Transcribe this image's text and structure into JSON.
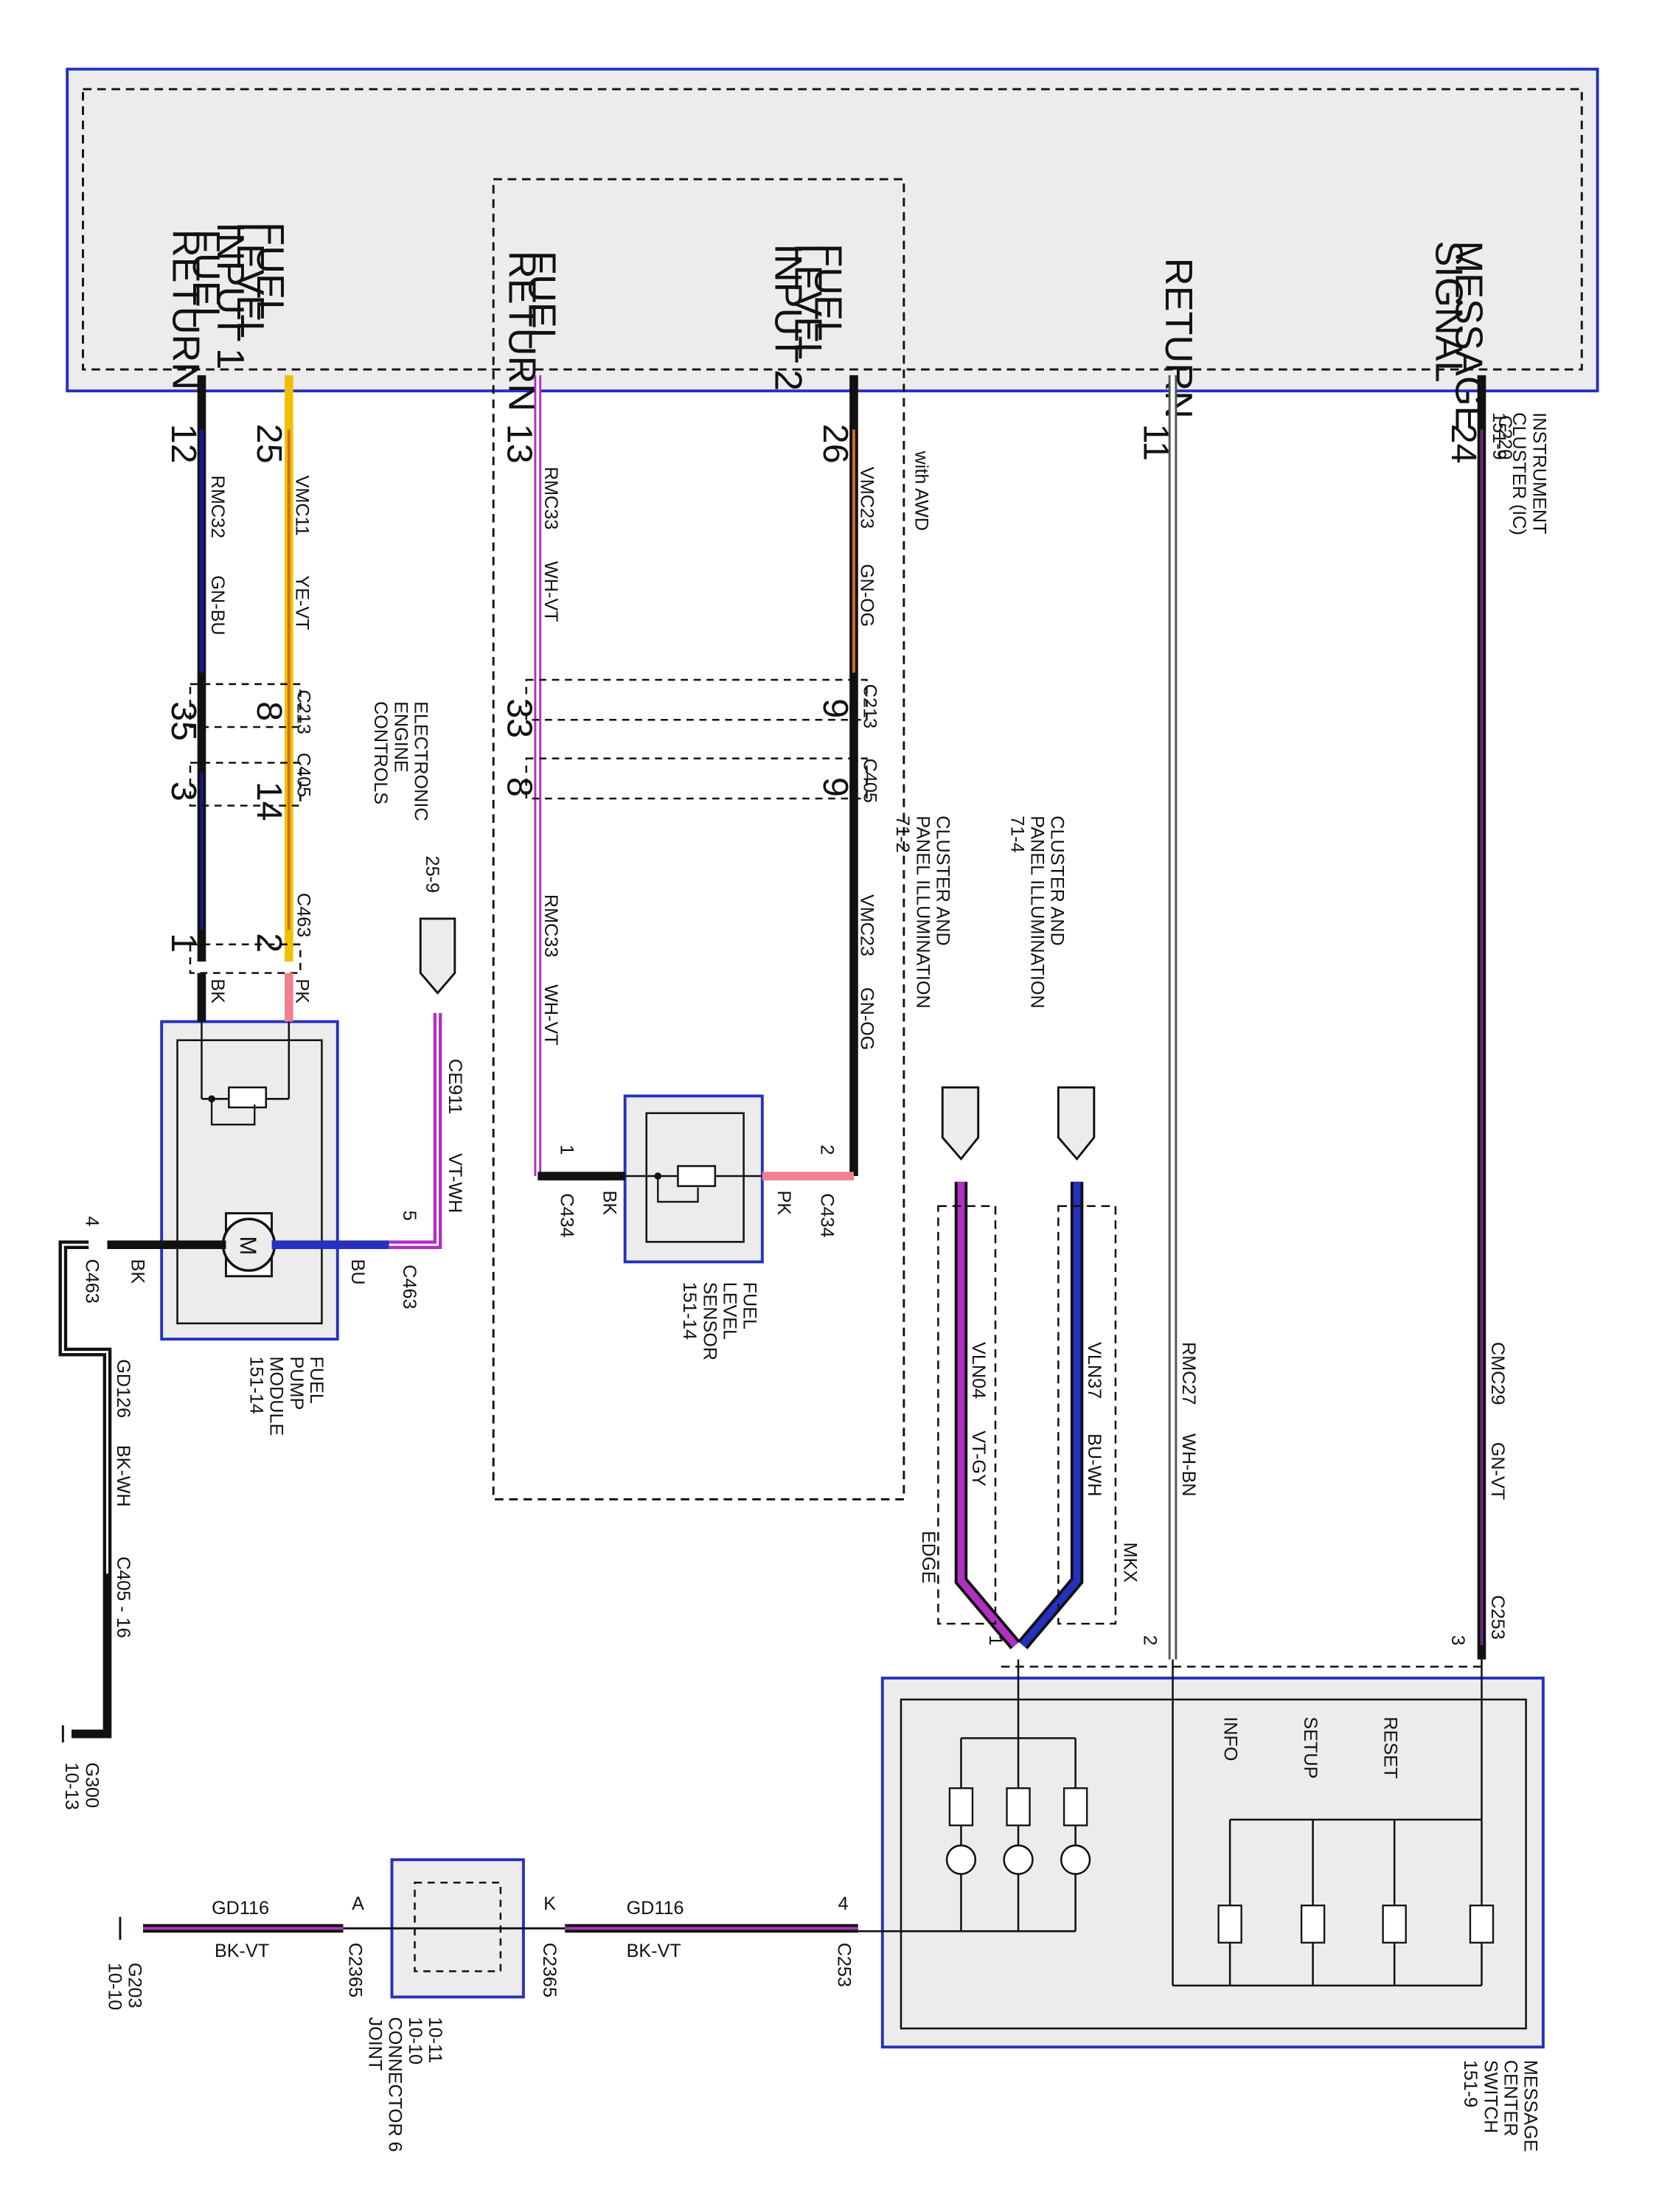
{
  "instrument_cluster": {
    "pins": {
      "fuel_return_1": "FUEL\nRETURN",
      "fuel_level_input_1": "FUEL\nLEVEL\nINPUT 1",
      "fuel_return_2": "FUEL\nRETURN",
      "fuel_level_input_2": "FUEL\nLEVEL\nINPUT 2",
      "return": "RETURN",
      "message_signal": "MESSAGE\nSIGNAL"
    },
    "title": "INSTRUMENT\nCLUSTER (IC)\n151-9",
    "connector": "C220",
    "with_awd": "with AWD"
  },
  "wires": {
    "rmc32": {
      "circuit": "RMC32",
      "color": "GN-BU",
      "pin_top": "12",
      "pin_c213": "35",
      "pin_c405": "3",
      "pin_c463": "1",
      "pump_color": "BK"
    },
    "vmc11": {
      "circuit": "VMC11",
      "color": "YE-VT",
      "pin_top": "25",
      "pin_c213": "8",
      "pin_c405": "14",
      "pin_c463": "2",
      "pump_color": "PK"
    },
    "rmc33": {
      "circuit": "RMC33",
      "color": "WH-VT",
      "pin_top": "13",
      "pin_c213": "33",
      "pin_c405": "8",
      "pin_c434": "1",
      "sensor_color": "BK"
    },
    "vmc23": {
      "circuit": "VMC23",
      "color": "GN-OG",
      "pin_top": "26",
      "pin_c213": "9",
      "pin_c405": "9",
      "pin_c434": "2",
      "sensor_color": "PK"
    },
    "rmc27": {
      "circuit": "RMC27",
      "color": "WH-BN",
      "pin_top": "11",
      "pin_bottom": "2"
    },
    "cmc29": {
      "circuit": "CMC29",
      "color": "GN-VT",
      "pin_top": "24",
      "pin_bottom": "3",
      "connector": "C253"
    },
    "ce911": {
      "circuit": "CE911",
      "color": "VT-WH",
      "pin": "5",
      "connector": "C463"
    },
    "gd126": {
      "circuit": "GD126",
      "color": "BK-WH",
      "pin": "4",
      "connector": "C463",
      "inline": "C405 - 16"
    },
    "vln37": {
      "circuit": "VLN37",
      "color": "BU-WH",
      "variant": "MKX"
    },
    "vln04": {
      "circuit": "VLN04",
      "color": "VT-GY",
      "variant": "EDGE"
    },
    "gd116_left": {
      "circuit": "GD116",
      "color": "BK-VT",
      "pin": "A",
      "connector": "C2365"
    },
    "gd116_right": {
      "circuit": "GD116",
      "color": "BK-VT",
      "pin_k": "K",
      "connector_k": "C2365",
      "pin": "4",
      "connector": "C253"
    }
  },
  "connectors": {
    "c213": "C213",
    "c405": "C405",
    "c463": "C463",
    "c434": "C434",
    "c253_led_pin": "1"
  },
  "components": {
    "fuel_pump": "FUEL\nPUMP\nMODULE\n151-14",
    "fuel_pump_motor": "M",
    "fuel_sensor": "FUEL\nLEVEL\nSENSOR\n151-14",
    "eec": "ELECTRONIC\nENGINE\nCONTROLS\n25-9",
    "cluster_illum_1": "CLUSTER AND\nPANEL ILLUMINATION\n71-4",
    "cluster_illum_2": "CLUSTER AND\nPANEL ILLUMINATION\n71-2",
    "message_center": "MESSAGE\nCENTER\nSWITCH\n151-9",
    "joint_connector": "JOINT\nCONNECTOR 6\n10-10\n10-11",
    "switch_labels": {
      "reset": "RESET",
      "setup": "SETUP",
      "info": "INFO"
    },
    "ground_g300": "G300\n10-13",
    "ground_g203": "G203\n10-10"
  },
  "colors": {
    "blue_outline": "#2630c0",
    "shade": "#ececec",
    "black": "#111111",
    "violet": "#b030c0",
    "yellow": "#f0c000",
    "orange": "#d07020",
    "pink": "#f08090",
    "navy": "#1a1a90"
  }
}
